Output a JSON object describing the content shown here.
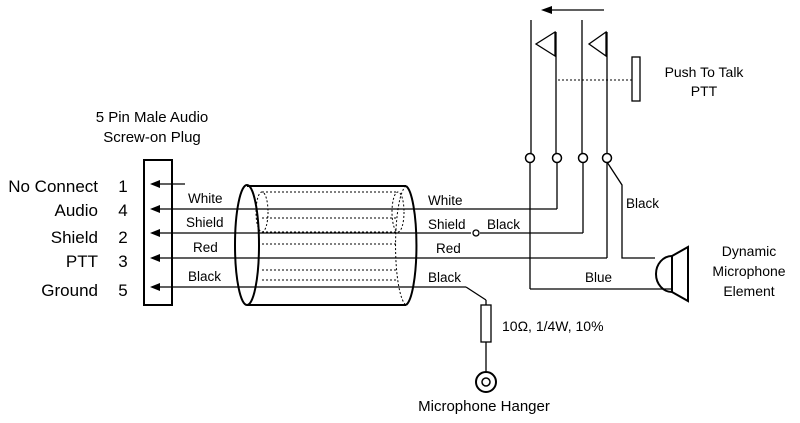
{
  "connector": {
    "title_line1": "5 Pin Male Audio",
    "title_line2": "Screw-on Plug",
    "pins": [
      {
        "label": "No Connect",
        "number": "1"
      },
      {
        "label": "Audio",
        "number": "4"
      },
      {
        "label": "Shield",
        "number": "2"
      },
      {
        "label": "PTT",
        "number": "3"
      },
      {
        "label": "Ground",
        "number": "5"
      }
    ]
  },
  "cable": {
    "left_wires": [
      "White",
      "Shield",
      "Red",
      "Black"
    ],
    "right_wires": [
      "White",
      "Shield",
      "Red",
      "Black"
    ],
    "shield_joint_label": "Black"
  },
  "switch": {
    "label_line1": "Push To Talk",
    "label_line2": "PTT"
  },
  "microphone": {
    "wire_black": "Black",
    "wire_blue": "Blue",
    "label_line1": "Dynamic",
    "label_line2": "Microphone",
    "label_line3": "Element"
  },
  "resistor": {
    "label": "10Ω, 1/4W, 10%"
  },
  "hanger": {
    "label": "Microphone Hanger"
  }
}
